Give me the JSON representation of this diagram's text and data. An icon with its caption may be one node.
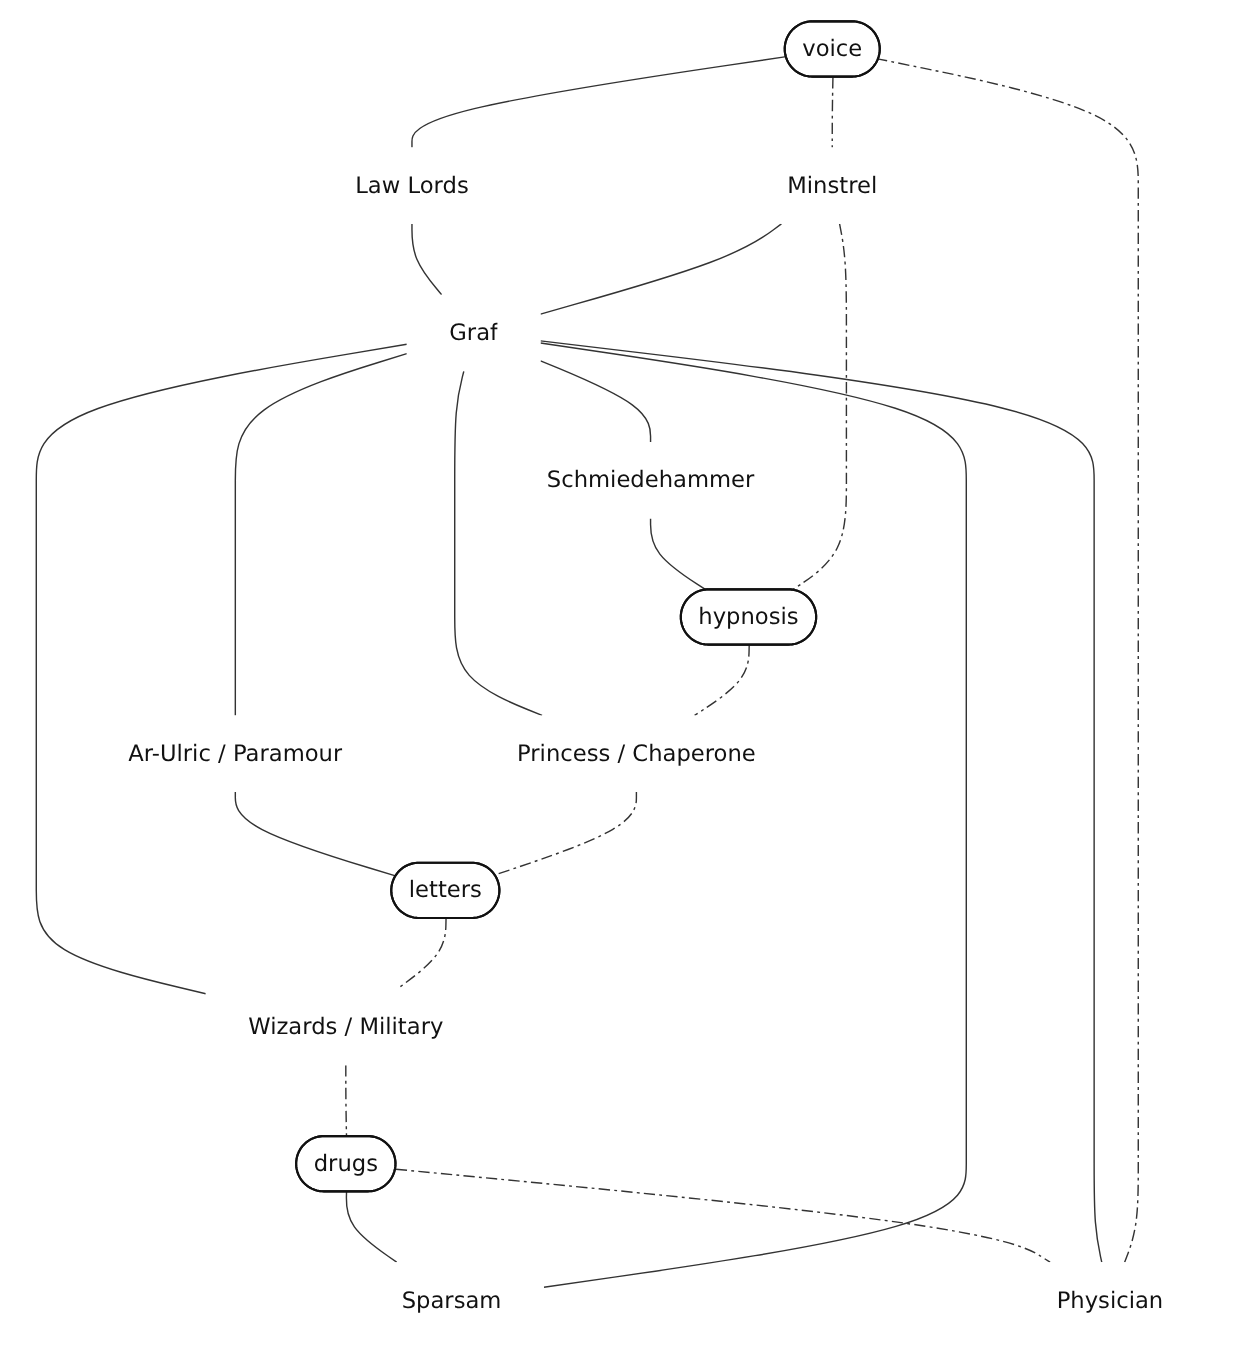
{
  "diagram": {
    "nodes": [
      {
        "text": [
          "voice"
        ]
      },
      {
        "text": [
          "Physician"
        ]
      },
      {
        "text": [
          "Minstrel"
        ]
      },
      {
        "text": [
          "Law Lords"
        ]
      },
      {
        "text": [
          "drugs"
        ]
      },
      {
        "text": [
          "Sparsam"
        ]
      },
      {
        "text": [
          "Graf"
        ]
      },
      {
        "text": [
          "Schmiedehammer"
        ]
      },
      {
        "text": [
          "hypnosis"
        ]
      },
      {
        "text": [
          "Ar-Ulric / Paramour"
        ]
      },
      {
        "text": [
          "Wizards / Military"
        ]
      },
      {
        "text": [
          "Princess / Chaperone"
        ]
      },
      {
        "text": [
          "letters"
        ]
      }
    ],
    "edges": [
      {
        "from": 0,
        "to": 3,
        "arrow": "none"
      },
      {
        "from": 3,
        "to": 6,
        "arrow": "none"
      },
      {
        "from": 4,
        "to": 5,
        "arrow": "none"
      },
      {
        "from": 5,
        "to": 6,
        "arrow": "none"
      },
      {
        "from": 6,
        "to": 7,
        "arrow": "none"
      },
      {
        "from": 7,
        "to": 8,
        "arrow": "none"
      },
      {
        "from": 6,
        "to": 9,
        "arrow": "none"
      },
      {
        "from": 9,
        "to": 12,
        "arrow": "none"
      },
      {
        "from": 1,
        "to": 6,
        "arrow": "none"
      },
      {
        "from": 2,
        "to": 6,
        "arrow": "none"
      },
      {
        "from": 6,
        "to": 10,
        "arrow": "none"
      },
      {
        "from": 6,
        "to": 11,
        "arrow": "none"
      },
      {
        "from": 0,
        "to": 2,
        "arrow": "none",
        "style": "dashed"
      },
      {
        "from": 2,
        "to": 8,
        "arrow": "none",
        "style": "dashed"
      },
      {
        "from": 8,
        "to": 11,
        "arrow": "none",
        "style": "dashed"
      },
      {
        "from": 11,
        "to": 12,
        "arrow": "none",
        "style": "dashed"
      },
      {
        "from": 12,
        "to": 10,
        "arrow": "none",
        "style": "dashed"
      },
      {
        "from": 10,
        "to": 4,
        "arrow": "none",
        "style": "dashed"
      },
      {
        "from": 4,
        "to": 1,
        "arrow": "none",
        "style": "dashed"
      },
      {
        "from": 1,
        "to": 0,
        "arrow": "none",
        "style": "dashed"
      }
    ]
  }
}
